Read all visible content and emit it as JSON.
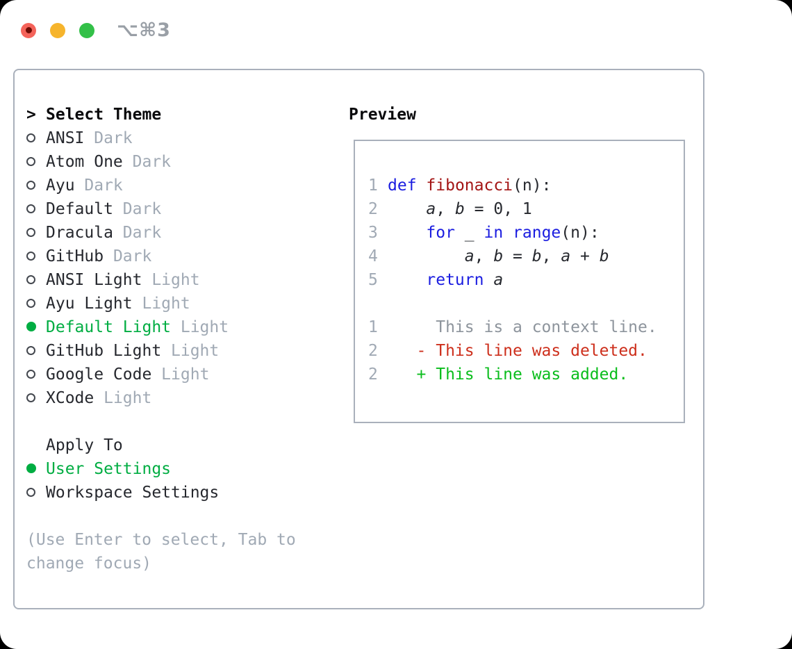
{
  "window": {
    "title": "⌥⌘3"
  },
  "titlebar": {
    "buttons": [
      {
        "name": "close-button",
        "icon": "close-circle"
      },
      {
        "name": "minimize-button",
        "icon": "minimize-circle"
      },
      {
        "name": "zoom-button",
        "icon": "zoom-circle"
      }
    ]
  },
  "colors": {
    "selection_green": "#00ad42",
    "added_green": "#0abd1c",
    "deleted_red": "#cd2f1c",
    "keyword_blue": "#1b1de0",
    "function_red": "#a31515",
    "muted_gray": "#a0a9b4",
    "context_gray": "#8d949c",
    "text_dark": "#26282e",
    "border_gray": "#a9b0bb",
    "traffic_close": "#f4635a",
    "traffic_close_dot": "#6d0b04",
    "traffic_minimize": "#f6b42c",
    "traffic_zoom": "#33c048"
  },
  "left": {
    "prompt": ">",
    "header": "Select Theme",
    "themes": [
      {
        "name": "ANSI",
        "variant": "Dark",
        "selected": false
      },
      {
        "name": "Atom One",
        "variant": "Dark",
        "selected": false
      },
      {
        "name": "Ayu",
        "variant": "Dark",
        "selected": false
      },
      {
        "name": "Default",
        "variant": "Dark",
        "selected": false
      },
      {
        "name": "Dracula",
        "variant": "Dark",
        "selected": false
      },
      {
        "name": "GitHub",
        "variant": "Dark",
        "selected": false
      },
      {
        "name": "ANSI Light",
        "variant": "Light",
        "selected": false
      },
      {
        "name": "Ayu Light",
        "variant": "Light",
        "selected": false
      },
      {
        "name": "Default Light",
        "variant": "Light",
        "selected": true
      },
      {
        "name": "GitHub Light",
        "variant": "Light",
        "selected": false
      },
      {
        "name": "Google Code",
        "variant": "Light",
        "selected": false
      },
      {
        "name": "XCode",
        "variant": "Light",
        "selected": false
      }
    ],
    "apply_to": {
      "header": "Apply To",
      "options": [
        {
          "label": "User Settings",
          "selected": true
        },
        {
          "label": "Workspace Settings",
          "selected": false
        }
      ]
    },
    "hint_lines": [
      "(Use Enter to select, Tab to",
      "change focus)"
    ]
  },
  "preview": {
    "header": "Preview",
    "code_lines": [
      {
        "num": "1",
        "tokens": [
          [
            "kw",
            "def"
          ],
          [
            "pl",
            " "
          ],
          [
            "fn",
            "fibonacci"
          ],
          [
            "pl",
            "(n):"
          ]
        ]
      },
      {
        "num": "2",
        "tokens": [
          [
            "pl",
            "    "
          ],
          [
            "var",
            "a"
          ],
          [
            "pl",
            ", "
          ],
          [
            "var",
            "b"
          ],
          [
            "pl",
            " = 0, 1"
          ]
        ]
      },
      {
        "num": "3",
        "tokens": [
          [
            "pl",
            "    "
          ],
          [
            "kw",
            "for"
          ],
          [
            "pl",
            " _ "
          ],
          [
            "kw",
            "in"
          ],
          [
            "pl",
            " "
          ],
          [
            "kw",
            "range"
          ],
          [
            "pl",
            "(n):"
          ]
        ]
      },
      {
        "num": "4",
        "tokens": [
          [
            "pl",
            "        "
          ],
          [
            "var",
            "a"
          ],
          [
            "pl",
            ", "
          ],
          [
            "var",
            "b"
          ],
          [
            "pl",
            " = "
          ],
          [
            "var",
            "b"
          ],
          [
            "pl",
            ", "
          ],
          [
            "var",
            "a"
          ],
          [
            "pl",
            " + "
          ],
          [
            "var",
            "b"
          ]
        ]
      },
      {
        "num": "5",
        "tokens": [
          [
            "pl",
            "    "
          ],
          [
            "kw",
            "return"
          ],
          [
            "pl",
            " "
          ],
          [
            "var",
            "a"
          ]
        ]
      }
    ],
    "diff_lines": [
      {
        "num": "1",
        "marker": " ",
        "text": "This is a context line.",
        "type": "context"
      },
      {
        "num": "2",
        "marker": "-",
        "text": "This line was deleted.",
        "type": "deleted"
      },
      {
        "num": "2",
        "marker": "+",
        "text": "This line was added.",
        "type": "added"
      }
    ]
  }
}
